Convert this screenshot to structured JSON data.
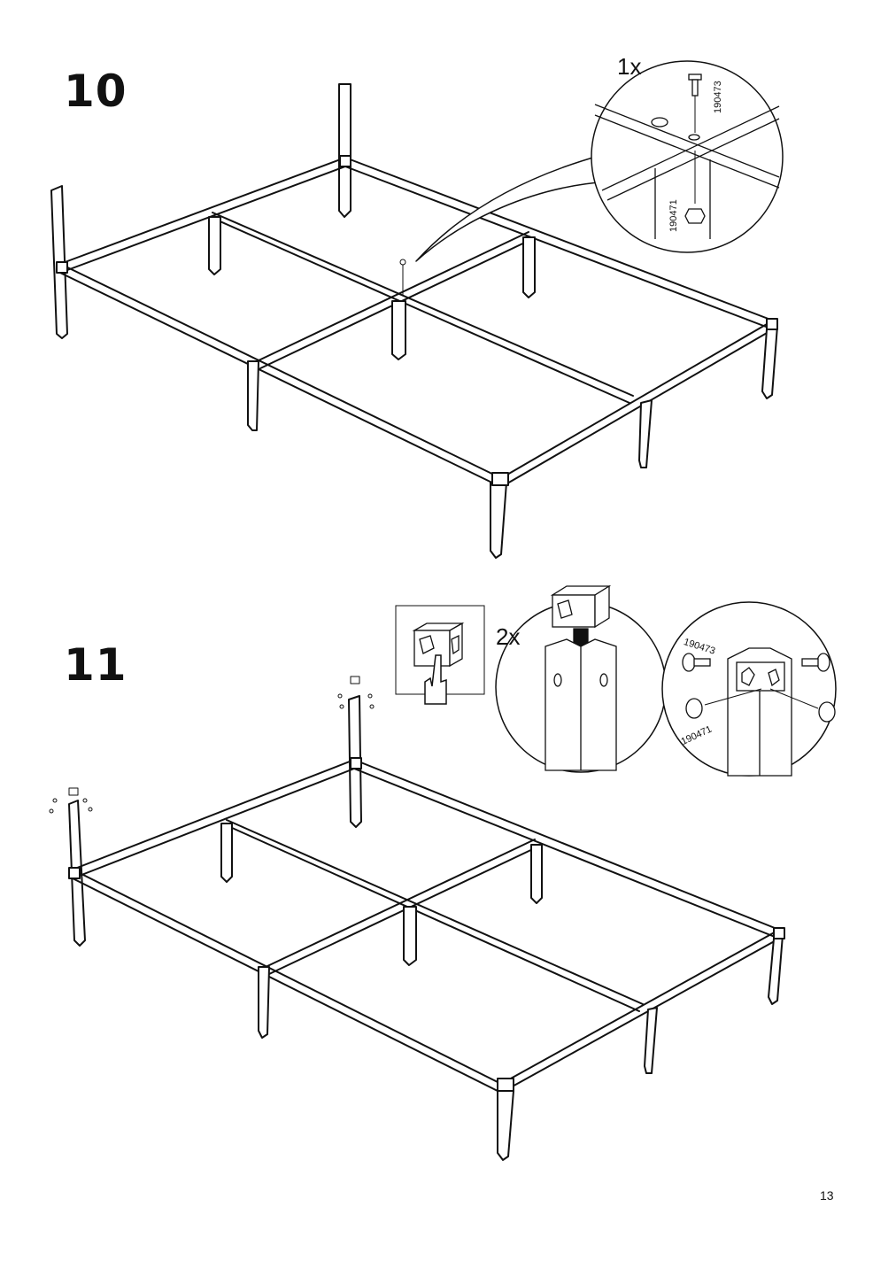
{
  "page": {
    "number": "13"
  },
  "steps": [
    {
      "number": "10",
      "detail": {
        "quantity": "1x",
        "bolt_part": "190473",
        "nut_part": "190471"
      }
    },
    {
      "number": "11",
      "tip_icon": "pressing-finger-icon",
      "detail": {
        "quantity": "2x"
      },
      "corner_detail": {
        "bolt_part": "190473",
        "cap_part": "190471"
      }
    }
  ],
  "colors": {
    "line": "#111111",
    "background": "#ffffff"
  }
}
